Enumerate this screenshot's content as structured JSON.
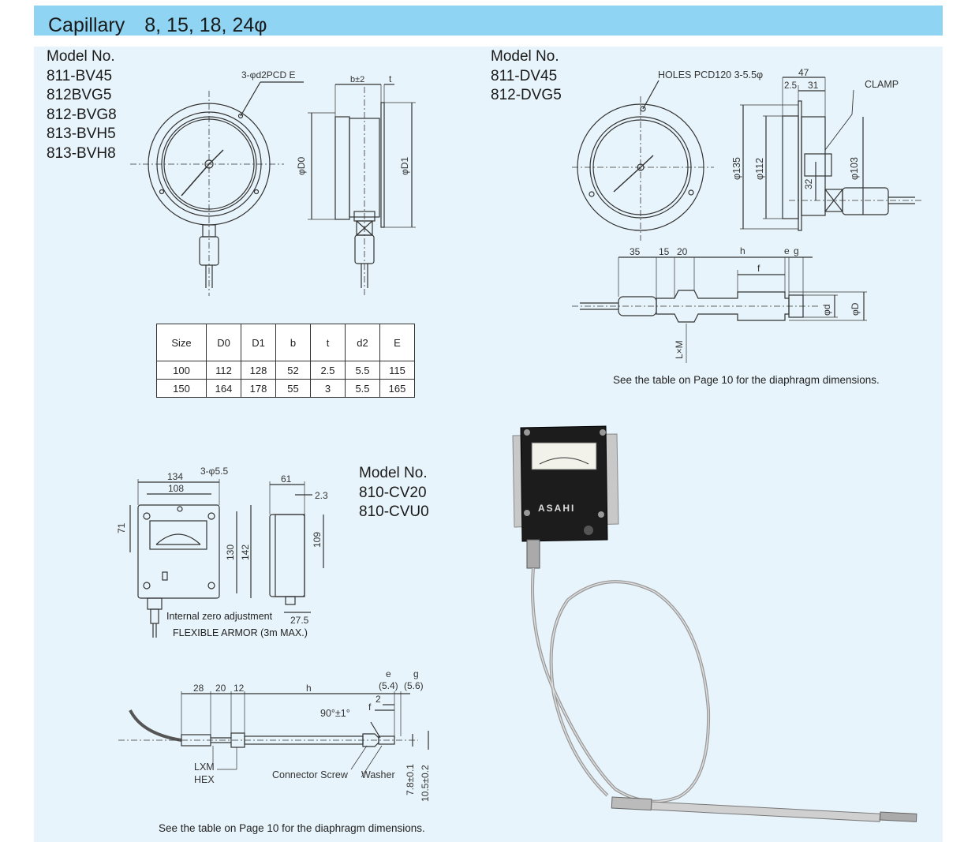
{
  "header": {
    "title": "Capillary　8, 15, 18, 24φ"
  },
  "model_a": {
    "heading": "Model No.",
    "models": [
      "811-BV45",
      "812BVG5",
      "812-BVG8",
      "813-BVH5",
      "813-BVH8"
    ]
  },
  "model_b": {
    "heading": "Model No.",
    "models": [
      "811-DV45",
      "812-DVG5"
    ]
  },
  "model_c": {
    "heading": "Model No.",
    "models": [
      "810-CV20",
      "810-CVU0"
    ]
  },
  "drawing_a": {
    "holes_label": "3-φd2PCD E",
    "b_label": "b±2",
    "t_label": "t",
    "d0_label": "φD0",
    "d1_label": "φD1"
  },
  "size_table": {
    "headers": [
      "Size",
      "D0",
      "D1",
      "b",
      "t",
      "d2",
      "E"
    ],
    "rows": [
      [
        "100",
        "112",
        "128",
        "52",
        "2.5",
        "5.5",
        "115"
      ],
      [
        "150",
        "164",
        "178",
        "55",
        "3",
        "5.5",
        "165"
      ]
    ]
  },
  "drawing_b": {
    "holes_label": "HOLES PCD120 3-5.5φ",
    "dim_47": "47",
    "dim_2_5": "2.5",
    "dim_31": "31",
    "clamp": "CLAMP",
    "dim_135": "φ135",
    "dim_112": "φ112",
    "dim_32": "32",
    "dim_103": "φ103"
  },
  "drawing_b_probe": {
    "dim_35": "35",
    "dim_15": "15",
    "dim_20": "20",
    "dim_h": "h",
    "dim_e": "e",
    "dim_g": "g",
    "dim_f": "f",
    "dim_phi_d": "φd",
    "dim_phi_D": "φD",
    "dim_lxm": "L×M",
    "note": "See the table on Page 10 for the diaphragm dimensions."
  },
  "drawing_c": {
    "dim_134": "134",
    "dim_108": "108",
    "dim_holes": "3-φ5.5",
    "dim_61": "61",
    "dim_2_3": "2.3",
    "dim_71": "71",
    "dim_130": "130",
    "dim_142": "142",
    "dim_109": "109",
    "dim_27_5": "27.5",
    "zero_adj": "Internal zero adjustment",
    "flex_armor": "FLEXIBLE ARMOR (3m MAX.)"
  },
  "drawing_c_probe": {
    "dim_28": "28",
    "dim_20": "20",
    "dim_12": "12",
    "dim_h": "h",
    "dim_e": "e",
    "dim_g": "g",
    "dim_5_4": "(5.4)",
    "dim_5_6": "(5.6)",
    "dim_2": "2",
    "dim_f": "f",
    "angle": "90°±1°",
    "lxm": "LXM",
    "hex": "HEX",
    "connector": "Connector Screw",
    "washer": "Washer",
    "dim_7_8": "7.8±0.1",
    "dim_10_5": "10.5±0.2",
    "note": "See the table on Page 10 for the diaphragm dimensions."
  },
  "photo": {
    "brand": "ASAHI"
  },
  "colors": {
    "header_bg": "#8fd4f2",
    "panel_bg": "#e8f4fb",
    "line": "#333333"
  }
}
